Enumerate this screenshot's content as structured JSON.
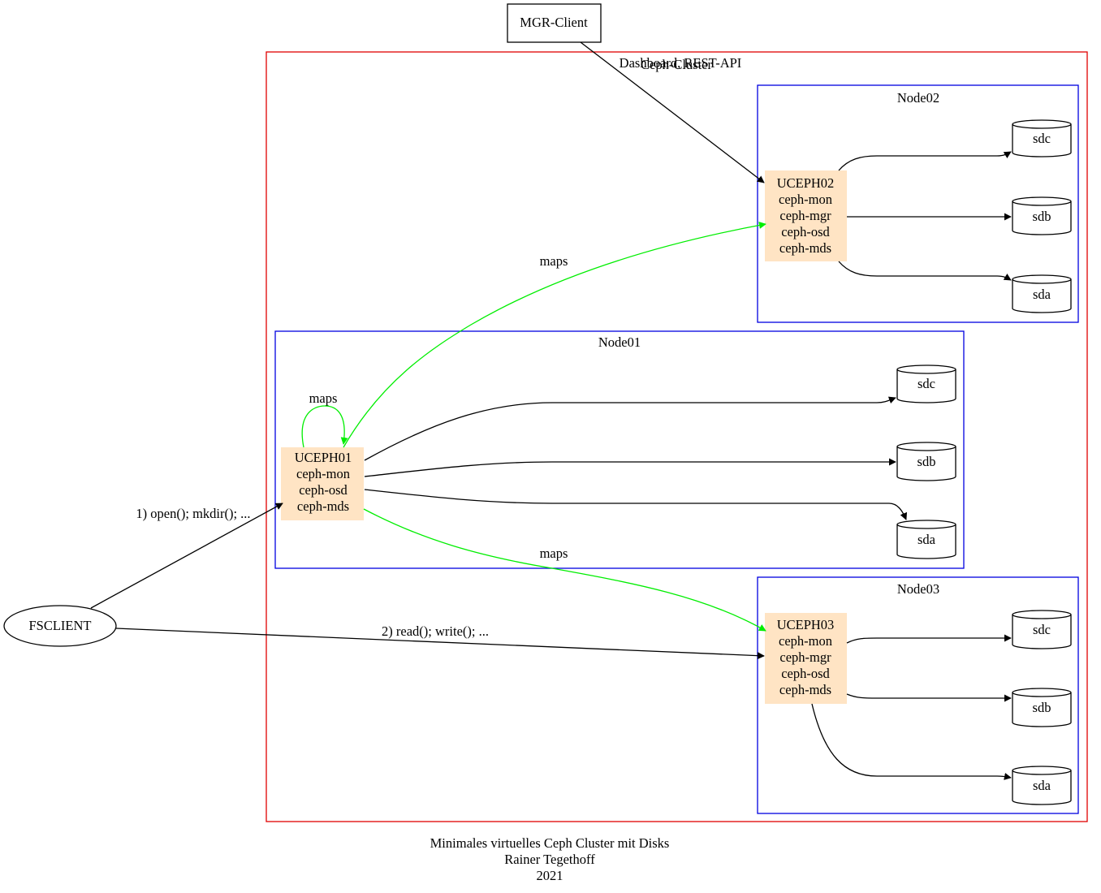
{
  "mgr_client": {
    "label": "MGR-Client"
  },
  "fsclient": {
    "label": "FSCLIENT"
  },
  "cluster": {
    "label_overlap_1": "Dashboard, REST-API",
    "label_overlap_2": "Ceph-Cluster",
    "border_color": "#e00000"
  },
  "nodes": {
    "node01": {
      "label": "Node01",
      "host": [
        "UCEPH01",
        "ceph-mon",
        "ceph-osd",
        "ceph-mds"
      ],
      "disks": [
        "sdc",
        "sdb",
        "sda"
      ]
    },
    "node02": {
      "label": "Node02",
      "host": [
        "UCEPH02",
        "ceph-mon",
        "ceph-mgr",
        "ceph-osd",
        "ceph-mds"
      ],
      "disks": [
        "sdc",
        "sdb",
        "sda"
      ]
    },
    "node03": {
      "label": "Node03",
      "host": [
        "UCEPH03",
        "ceph-mon",
        "ceph-mgr",
        "ceph-osd",
        "ceph-mds"
      ],
      "disks": [
        "sdc",
        "sdb",
        "sda"
      ]
    }
  },
  "edges": {
    "maps_self": "maps",
    "maps_to_node02": "maps",
    "maps_to_node03": "maps",
    "fs_open": "1) open(); mkdir(); ...",
    "fs_read": "2) read(); write(); ..."
  },
  "colors": {
    "node_border": "#0000e0",
    "host_fill": "#ffe4c4",
    "maps_edge": "#00ee00"
  },
  "caption": {
    "line1": "Minimales virtuelles Ceph Cluster mit Disks",
    "line2": "Rainer Tegethoff",
    "line3": "2021"
  }
}
